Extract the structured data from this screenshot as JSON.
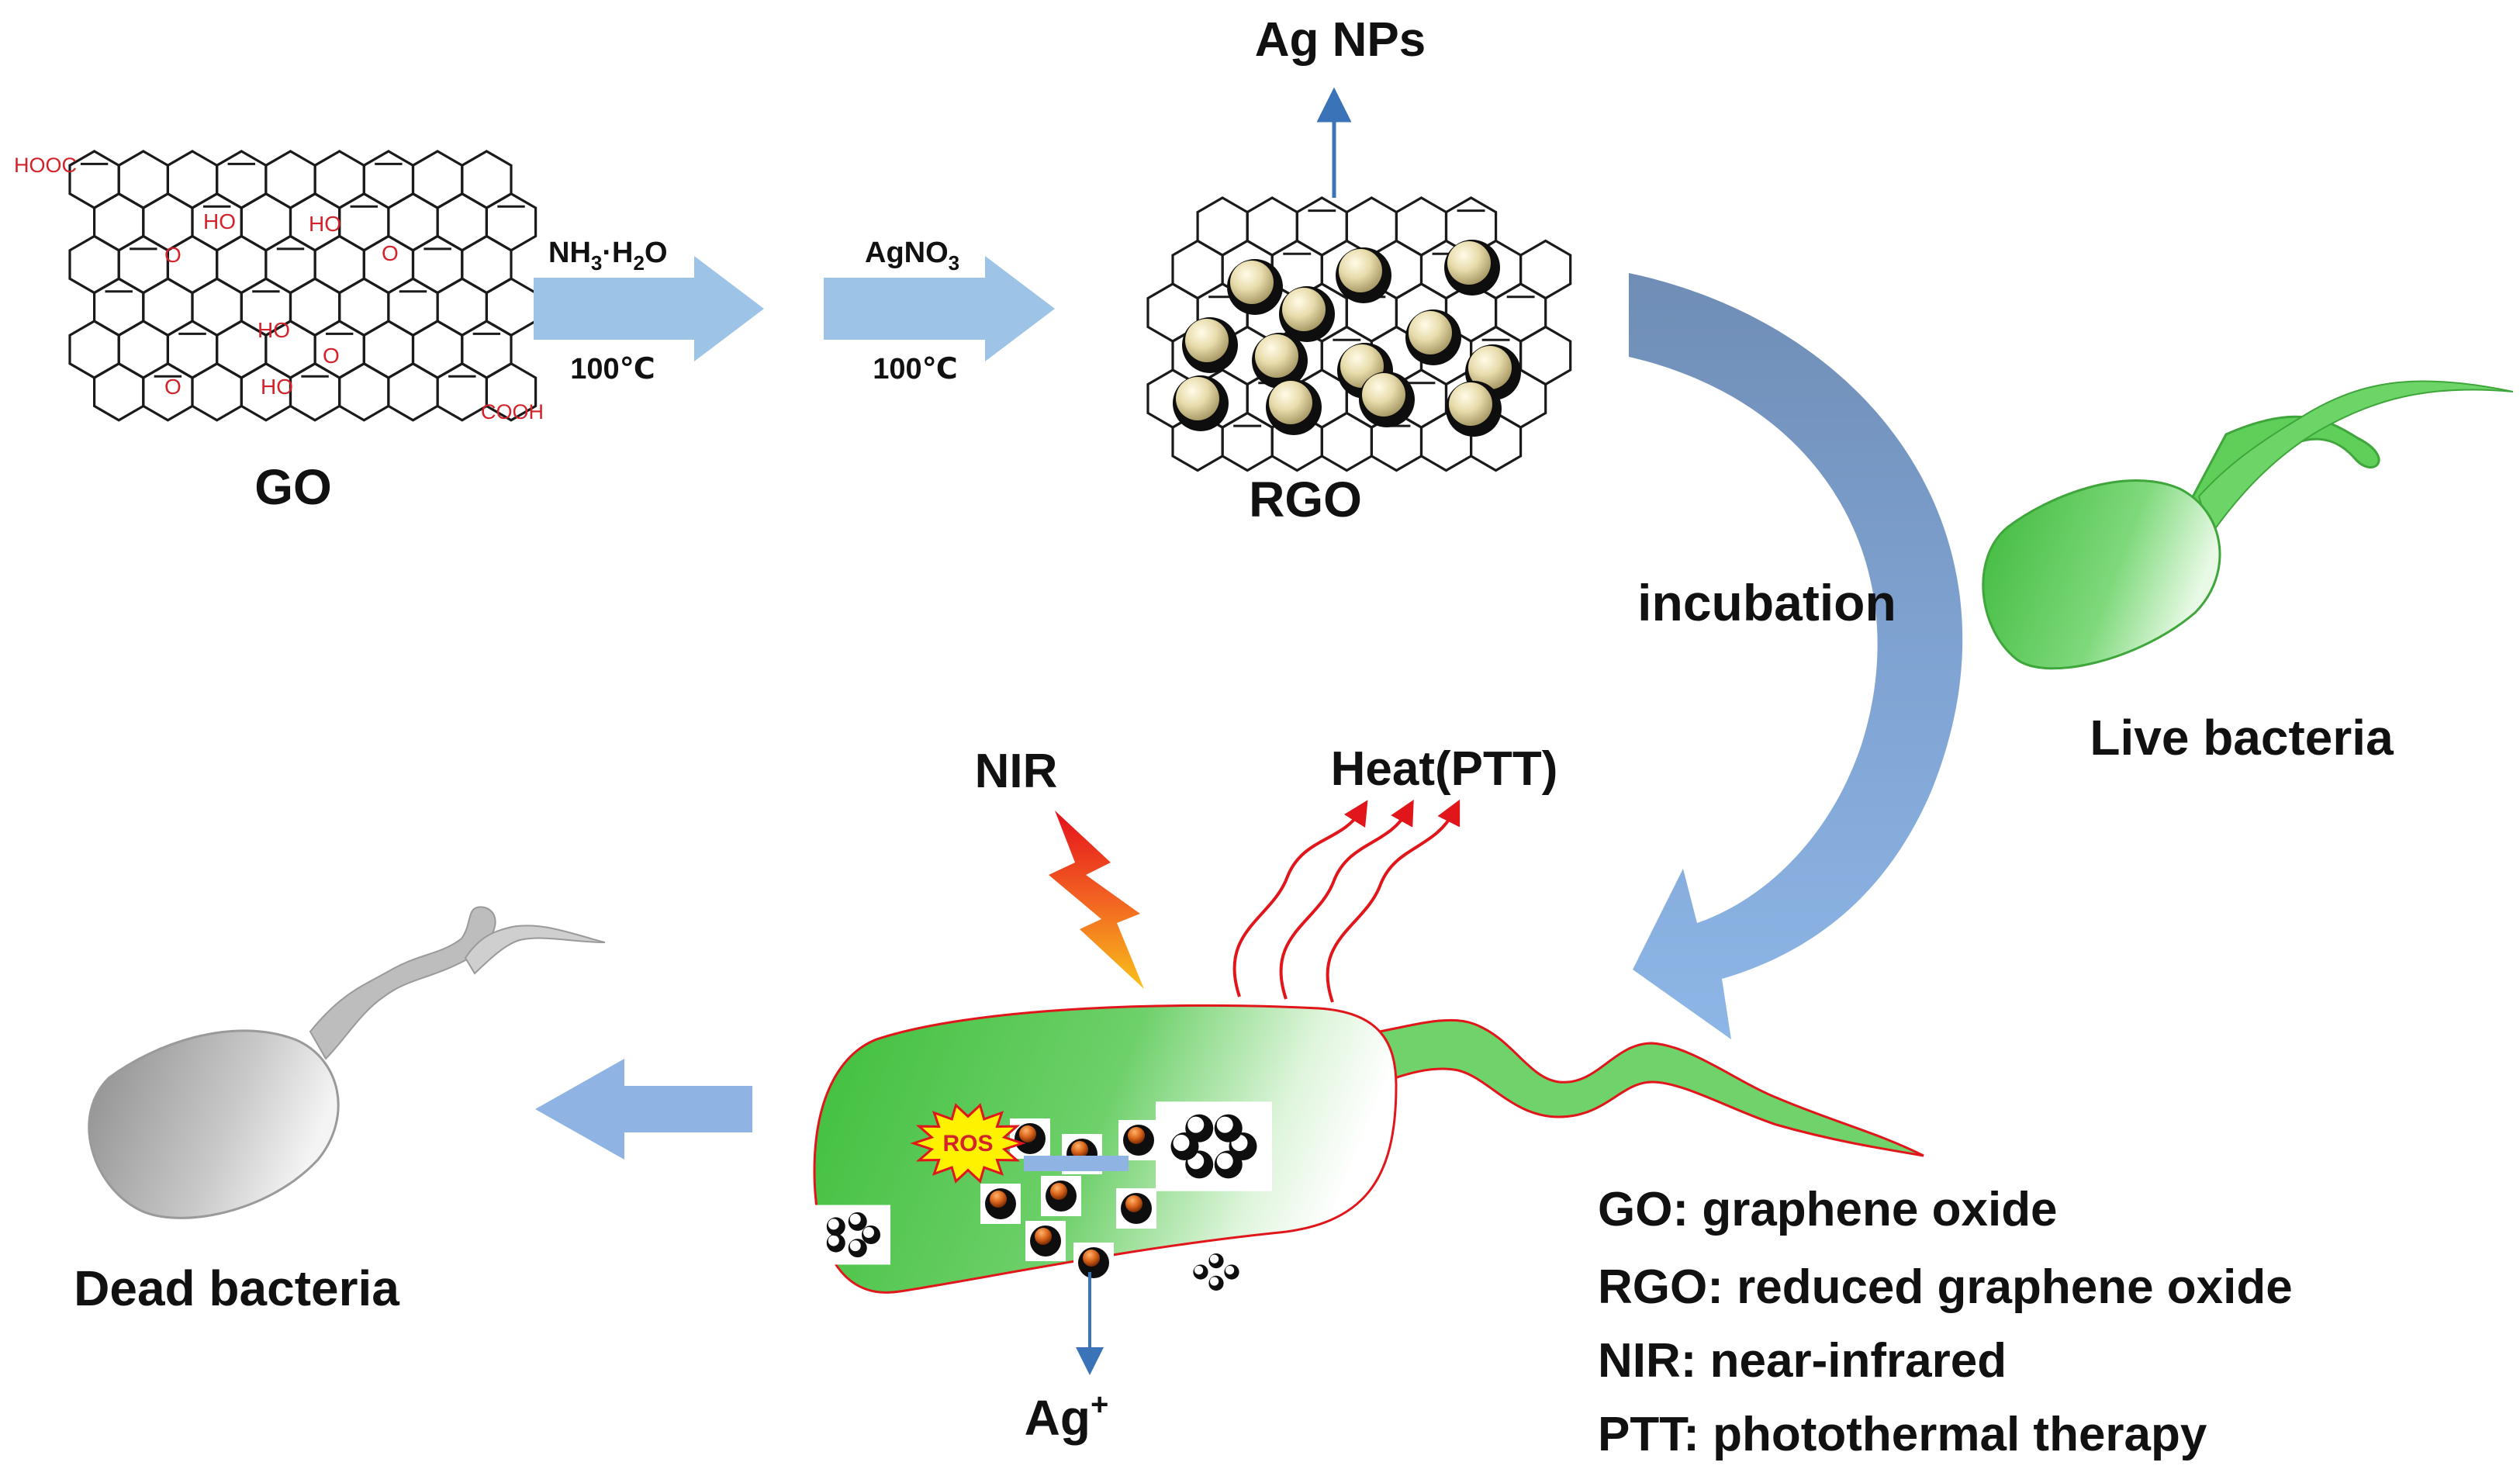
{
  "labels": {
    "ag_nps": "Ag NPs",
    "go": "GO",
    "rgo": "RGO",
    "step1_reagent_main": "NH",
    "step1_reagent_sub1": "3",
    "step1_reagent_mid": "·H",
    "step1_reagent_sub2": "2",
    "step1_reagent_end": "O",
    "step1_temp": "100℃",
    "step2_reagent_main": "AgNO",
    "step2_reagent_sub": "3",
    "step2_temp": "100℃",
    "incubation": "incubation",
    "live_bacteria": "Live bacteria",
    "nir": "NIR",
    "heat": "Heat(PTT)",
    "ros": "ROS",
    "ag_ion": "Ag",
    "ag_ion_sup": "+",
    "dead_bacteria": "Dead bacteria"
  },
  "go_groups": {
    "hooc": "HOOC",
    "ho1": "HO",
    "ho2": "HO",
    "ho3": "HO",
    "ho4": "HO",
    "o1": "O",
    "o2": "O",
    "o3": "O",
    "o4": "O",
    "cooh": "COOH"
  },
  "legend": [
    "GO: graphene oxide",
    "RGO: reduced graphene oxide",
    "NIR: near-infrared",
    "PTT: photothermal therapy"
  ],
  "colors": {
    "process_arrow": "#9dc3e6",
    "incubation_arrow_top": "#7f9fc4",
    "incubation_arrow_bottom": "#8fb4e3",
    "live_bacteria": "#4cc24a",
    "dead_bacteria": "#a6a6a6",
    "heat_lines": "#e0161b",
    "ag_ion_arrow": "#3b73b9",
    "group_text": "#d2232a"
  }
}
